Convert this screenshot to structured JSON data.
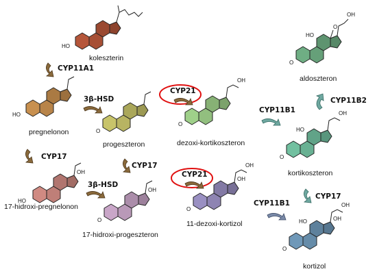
{
  "compounds": {
    "koleszterin": {
      "label": "koleszterin",
      "color": "#b5563a",
      "atom": "HO"
    },
    "pregnelonon": {
      "label": "pregnelonon",
      "color": "#c8904f",
      "atom": "HO"
    },
    "progeszteron": {
      "label": "progeszteron",
      "color": "#c8c46a",
      "atom": "O"
    },
    "dezoxi_kortikoszteron": {
      "label": "dezoxi-kortikoszteron",
      "color": "#9fd08a",
      "atom": "O",
      "oh": "OH"
    },
    "aldoszteron": {
      "label": "aldoszteron",
      "color": "#6fae84",
      "atom": "O",
      "oh": "OH",
      "ho": "HO",
      "o2": "O"
    },
    "kortikoszteron": {
      "label": "kortikoszteron",
      "color": "#72c0a0",
      "atom": "O",
      "oh": "OH",
      "ho": "HO"
    },
    "hidroxi_pregnelonon": {
      "label": "17-hidroxi-pregnelonon",
      "color": "#d08a82",
      "atom": "HO",
      "oh": "OH"
    },
    "hidroxi_progeszteron": {
      "label": "17-hidroxi-progeszteron",
      "color": "#c9a6c8",
      "atom": "O",
      "oh": "OH"
    },
    "dezoxi_kortizol": {
      "label": "11-dezoxi-kortizol",
      "color": "#9a90c2",
      "atom": "O",
      "oh": "OH",
      "oh2": "OH"
    },
    "kortizol": {
      "label": "kortizol",
      "color": "#6f98b8",
      "atom": "O",
      "oh": "OH",
      "oh2": "OH",
      "ho": "HO"
    }
  },
  "enzymes": {
    "cyp11a1": "CYP11A1",
    "hsd1": "3β-HSD",
    "cyp21a": "CYP21",
    "cyp11b1a": "CYP11B1",
    "cyp11b2": "CYP11B2",
    "cyp17a": "CYP17",
    "cyp17b": "CYP17",
    "hsd2": "3β-HSD",
    "cyp21b": "CYP21",
    "cyp11b1b": "CYP11B1",
    "cyp17c": "CYP17"
  },
  "highlight_color": "#e01010"
}
